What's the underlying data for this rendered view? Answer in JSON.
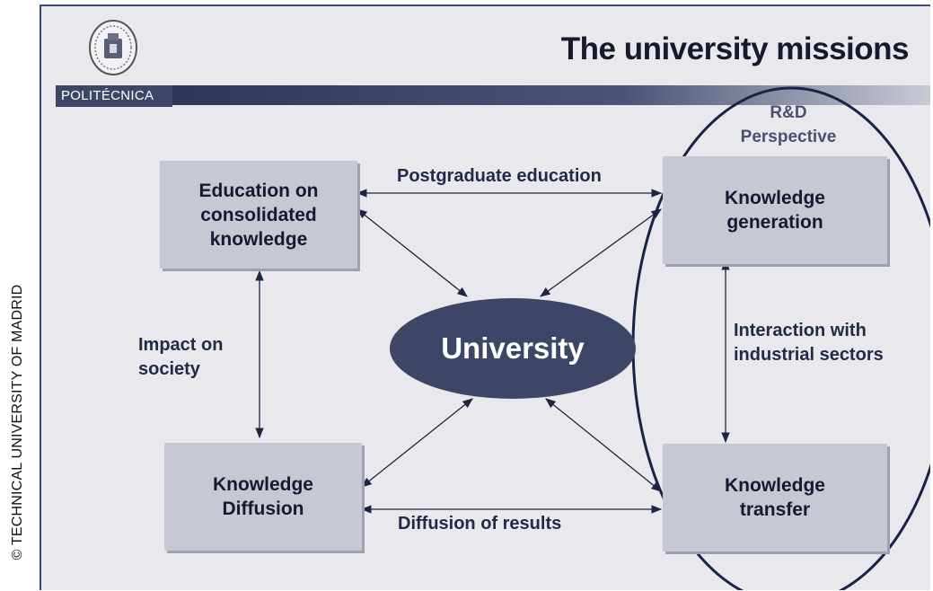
{
  "side_caption": "© TECHNICAL UNIVERSITY OF MADRID",
  "header": {
    "title": "The university missions",
    "brand": "POLITÉCNICA"
  },
  "center": "University",
  "boxes": {
    "education": "Education on consolidated knowledge",
    "generation": "Knowledge generation",
    "diffusion": "Knowledge Diffusion",
    "transfer": "Knowledge transfer"
  },
  "labels": {
    "rd_perspective": "R&D Perspective",
    "postgraduate": "Postgraduate education",
    "diffusion_results": "Diffusion of results",
    "impact_society": "Impact on society",
    "interaction": "Interaction with industrial sectors"
  },
  "colors": {
    "slide_background": "#e9e9ed",
    "box_fill": "#c6c8d2",
    "center_fill": "#3d4667",
    "brand_bar": "#3d4667"
  },
  "icons": [
    "university-seal-icon"
  ]
}
